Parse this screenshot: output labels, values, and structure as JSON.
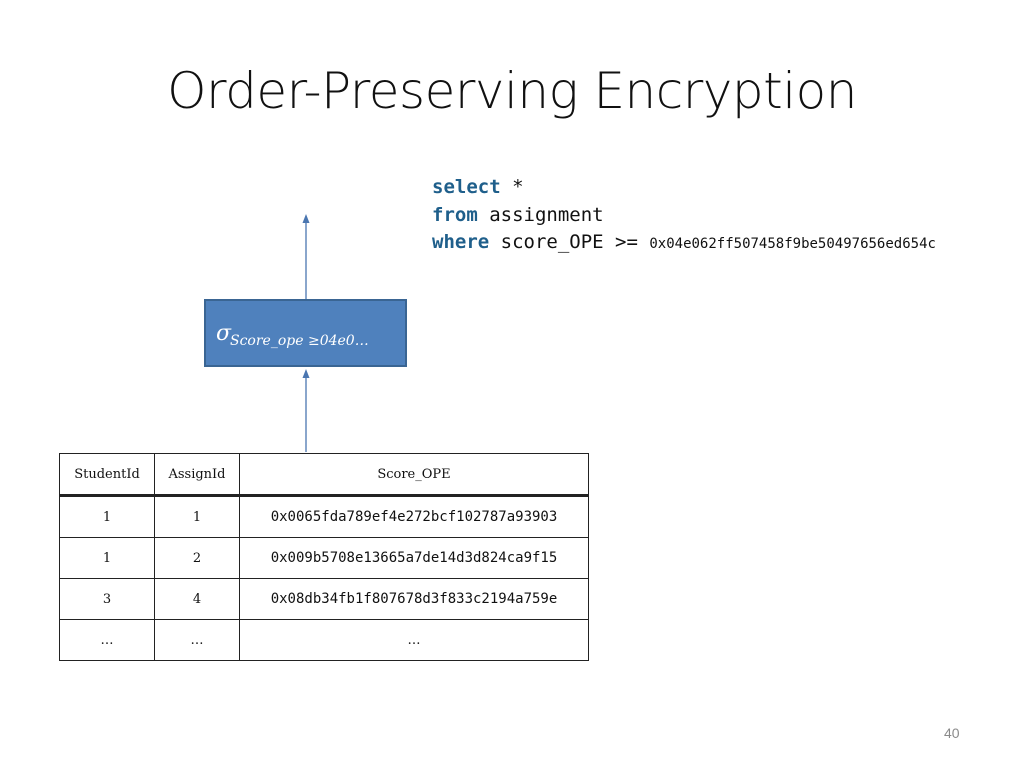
{
  "slide": {
    "title": "Order-Preserving Encryption",
    "page_number": "40"
  },
  "query": {
    "line1_keyword": "select",
    "line1_rest": " *",
    "line2_keyword": "from",
    "line2_rest": " assignment",
    "line3_keyword": "where",
    "line3_rest": " score_OPE >= ",
    "line3_value": "0x04e062ff507458f9be50497656ed654c"
  },
  "operator": {
    "symbol": "σ",
    "subscript": "Score_ope ≥04e0…"
  },
  "table": {
    "headers": [
      "StudentId",
      "AssignId",
      "Score_OPE"
    ],
    "rows": [
      [
        "1",
        "1",
        "0x0065fda789ef4e272bcf102787a93903"
      ],
      [
        "1",
        "2",
        "0x009b5708e13665a7de14d3d824ca9f15"
      ],
      [
        "3",
        "4",
        "0x08db34fb1f807678d3f833c2194a759e"
      ],
      [
        "…",
        "…",
        "…"
      ]
    ]
  },
  "colors": {
    "box_fill": "#4f81bd",
    "box_border": "#3a6593",
    "arrow": "#4a76b0",
    "keyword": "#1f5f8b"
  }
}
